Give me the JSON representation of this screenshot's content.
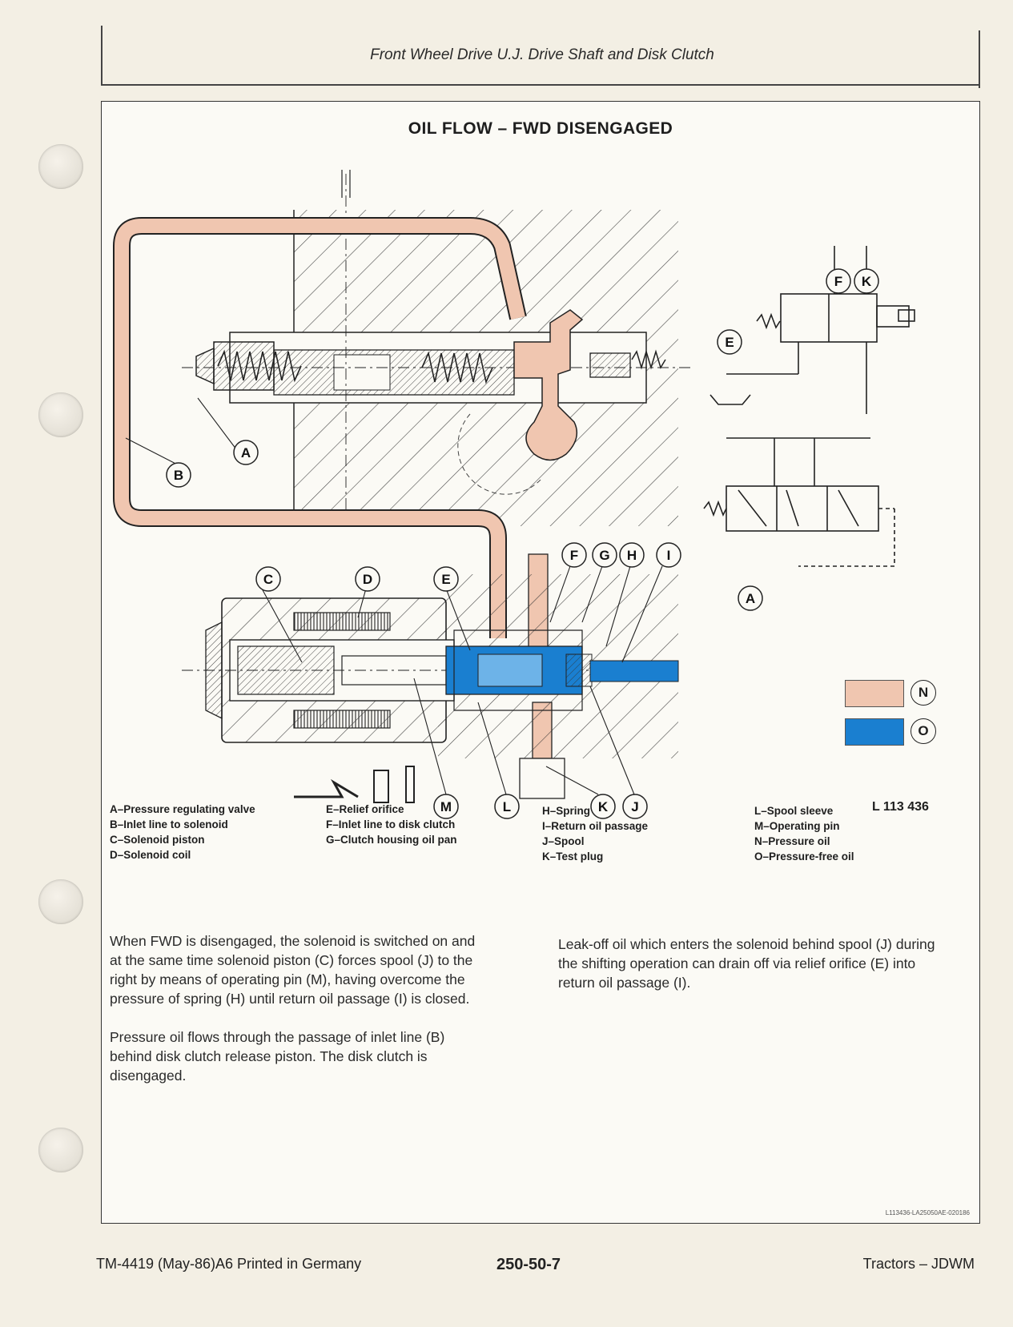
{
  "header": {
    "title": "Front Wheel Drive U.J. Drive Shaft and Disk Clutch"
  },
  "diagram": {
    "title": "OIL FLOW – FWD DISENGAGED",
    "figure_code": "L 113 436",
    "callouts": [
      "A",
      "B",
      "C",
      "D",
      "E",
      "F",
      "G",
      "H",
      "I",
      "J",
      "K",
      "L",
      "M"
    ],
    "schematic_callouts": [
      "F",
      "K",
      "E",
      "A"
    ],
    "legend_swatches": [
      {
        "letter": "N",
        "color": "#f0c6b0"
      },
      {
        "letter": "O",
        "color": "#1a7fd0"
      }
    ],
    "colors": {
      "pressure_oil": "#f0c6b0",
      "pressure_free_oil": "#1a7fd0",
      "line": "#222222"
    }
  },
  "legend": {
    "col1": [
      "A–Pressure regulating valve",
      "B–Inlet line to solenoid",
      "C–Solenoid piston",
      "D–Solenoid coil"
    ],
    "col2": [
      "E–Relief orifice",
      "F–Inlet line to disk clutch",
      "G–Clutch housing oil pan"
    ],
    "col3": [
      "H–Spring",
      "I–Return oil passage",
      "J–Spool",
      "K–Test plug"
    ],
    "col4": [
      "L–Spool sleeve",
      "M–Operating pin",
      "N–Pressure oil",
      "O–Pressure-free oil"
    ]
  },
  "text": {
    "left_p1": "When FWD is disengaged, the solenoid is switched on and at the same time solenoid piston (C) forces spool (J) to the right by means of operating pin (M), having overcome the pressure of spring (H) until return oil passage (I) is closed.",
    "left_p2": "Pressure oil flows through the passage of inlet line (B) behind disk clutch release piston. The disk clutch is disengaged.",
    "right_p1": "Leak-off oil which enters the solenoid behind spool (J) during the shifting operation can drain off via relief orifice (E) into return oil passage (I)."
  },
  "doc_code": "L113436-LA25050AE-020186",
  "footer": {
    "left": "TM-4419 (May-86)A6 Printed in Germany",
    "center": "250-50-7",
    "right": "Tractors – JDWM"
  }
}
